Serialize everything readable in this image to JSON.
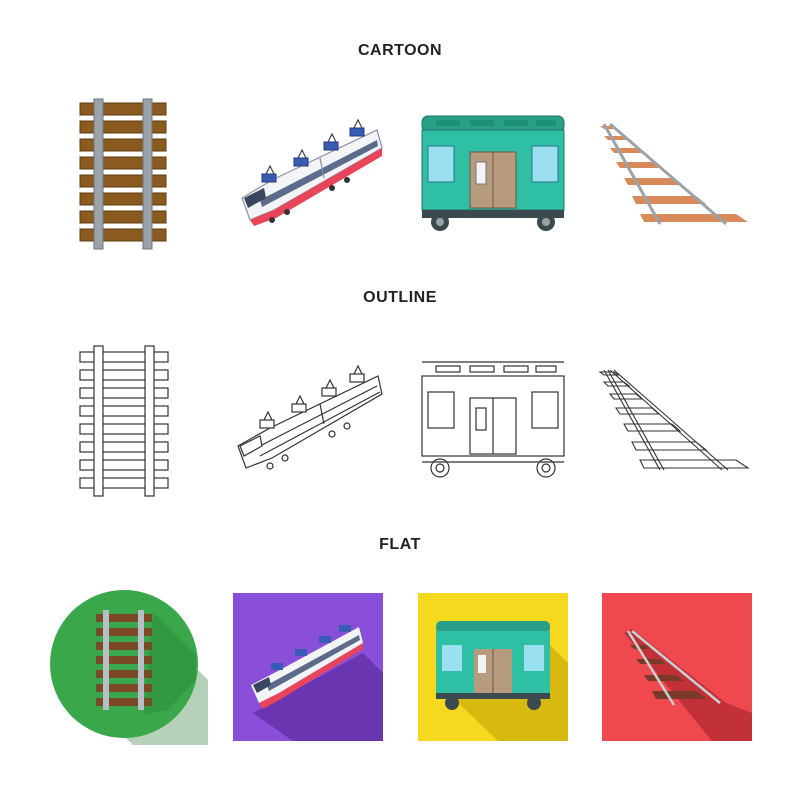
{
  "sections": [
    {
      "title": "CARTOON"
    },
    {
      "title": "OUTLINE"
    },
    {
      "title": "FLAT"
    }
  ],
  "icons": {
    "rails_straight": "railway-track-icon",
    "high_speed_train": "high-speed-train-icon",
    "subway_car": "subway-car-icon",
    "rails_perspective": "railroad-perspective-icon"
  },
  "colors": {
    "sleeper_brown": "#8a5a1e",
    "rail_grey": "#9aa3a8",
    "subway_teal": "#2fbfa5",
    "train_white": "#f2f4f7",
    "train_red": "#e8455a",
    "flat_green": "#3aa84a",
    "flat_purple": "#8a4fd8",
    "flat_yellow": "#f5d91f",
    "flat_red": "#f0484f"
  }
}
